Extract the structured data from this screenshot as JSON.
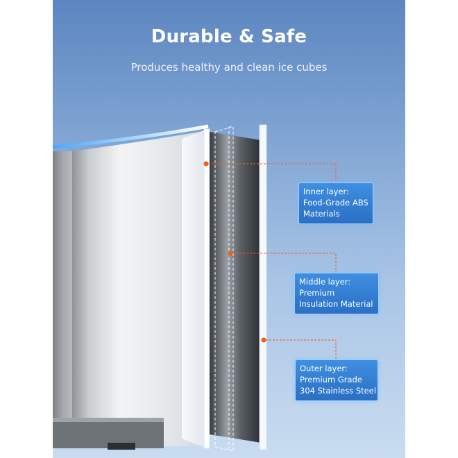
{
  "header": {
    "title": "Durable & Safe",
    "subtitle": "Produces healthy and clean ice cubes"
  },
  "layers": [
    {
      "lines": [
        "Inner layer:",
        "Food-Grade ABS",
        "Materials"
      ]
    },
    {
      "lines": [
        "Middle layer:",
        "Premium",
        "Insulation Material"
      ]
    },
    {
      "lines": [
        "Outer layer:",
        "Premium Grade",
        "304 Stainless Steel"
      ]
    }
  ],
  "colors": {
    "background_top": "#5c86c0",
    "background_bottom": "#c9dcf0",
    "callout_card": "#2f78cf",
    "callout_dot": "#e8621c",
    "callout_line": "#e8621c"
  }
}
